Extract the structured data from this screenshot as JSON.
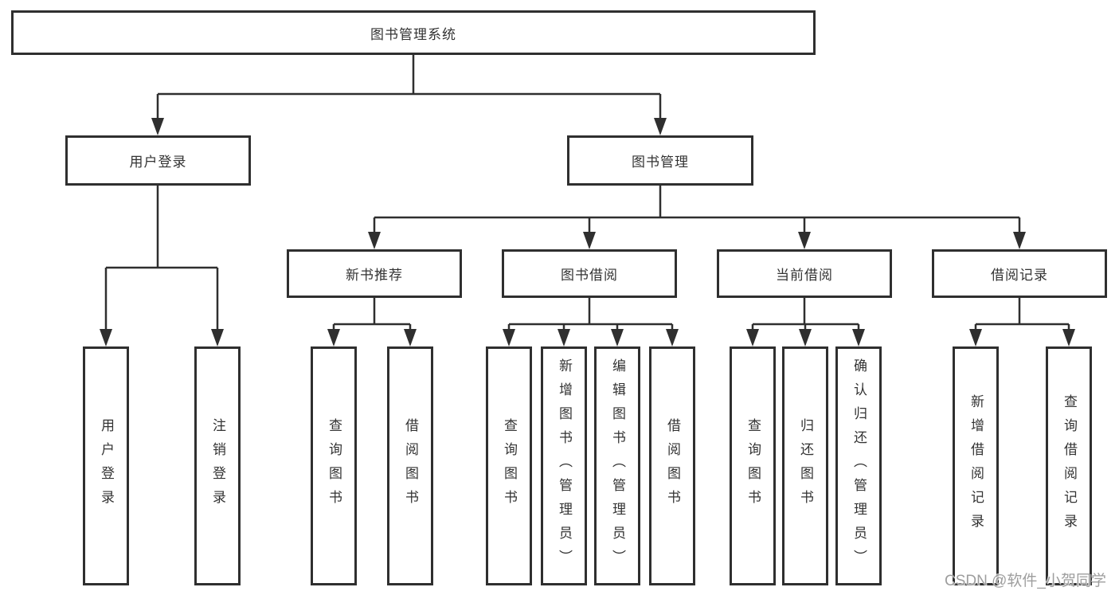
{
  "title": "图书管理系统",
  "nodes": {
    "root": {
      "label": "图书管理系统"
    },
    "user_login": {
      "label": "用户登录"
    },
    "book_mgmt": {
      "label": "图书管理"
    },
    "new_book_rec": {
      "label": "新书推荐"
    },
    "book_borrow": {
      "label": "图书借阅"
    },
    "current_borrow": {
      "label": "当前借阅"
    },
    "borrow_record": {
      "label": "借阅记录"
    },
    "ul_user_login": {
      "label": "用户登录"
    },
    "ul_logout": {
      "label": "注销登录"
    },
    "nb_query_book": {
      "label": "查询图书"
    },
    "nb_borrow_book": {
      "label": "借阅图书"
    },
    "bb_query_book": {
      "label": "查询图书"
    },
    "bb_add_book": {
      "label": "新增图书（管理员）"
    },
    "bb_edit_book": {
      "label": "编辑图书（管理员）"
    },
    "bb_borrow_book": {
      "label": "借阅图书"
    },
    "cb_query_book": {
      "label": "查询图书"
    },
    "cb_return_book": {
      "label": "归还图书"
    },
    "cb_confirm_return": {
      "label": "确认归还（管理员）"
    },
    "br_add_record": {
      "label": "新增借阅记录"
    },
    "br_query_record": {
      "label": "查询借阅记录"
    }
  },
  "hierarchy": {
    "label": "图书管理系统",
    "children": [
      {
        "label": "用户登录",
        "children": [
          {
            "label": "用户登录"
          },
          {
            "label": "注销登录"
          }
        ]
      },
      {
        "label": "图书管理",
        "children": [
          {
            "label": "新书推荐",
            "children": [
              {
                "label": "查询图书"
              },
              {
                "label": "借阅图书"
              }
            ]
          },
          {
            "label": "图书借阅",
            "children": [
              {
                "label": "查询图书"
              },
              {
                "label": "新增图书（管理员）"
              },
              {
                "label": "编辑图书（管理员）"
              },
              {
                "label": "借阅图书"
              }
            ]
          },
          {
            "label": "当前借阅",
            "children": [
              {
                "label": "查询图书"
              },
              {
                "label": "归还图书"
              },
              {
                "label": "确认归还（管理员）"
              }
            ]
          },
          {
            "label": "借阅记录",
            "children": [
              {
                "label": "新增借阅记录"
              },
              {
                "label": "查询借阅记录"
              }
            ]
          }
        ]
      }
    ]
  },
  "watermark": {
    "text": "CSDN @软件_小贺同学"
  },
  "colors": {
    "border": "#2f2f2f",
    "line": "#2f2f2f",
    "text": "#333333",
    "watermark": "#9e9e9e",
    "background": "#ffffff"
  }
}
